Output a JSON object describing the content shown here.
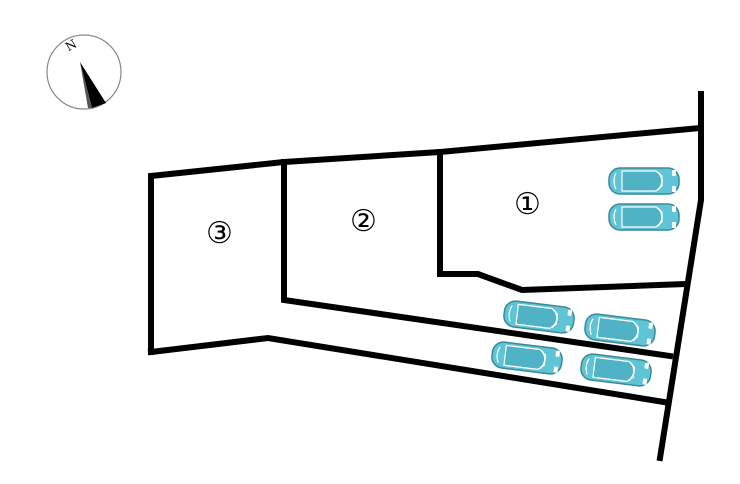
{
  "compass": {
    "letter": "N",
    "icon": "north-arrow-icon"
  },
  "lots": [
    {
      "id": "lot-1",
      "label": "①"
    },
    {
      "id": "lot-2",
      "label": "②"
    },
    {
      "id": "lot-3",
      "label": "③"
    }
  ],
  "parking": {
    "car_count": 6,
    "car_color": "#5fc4d6",
    "car_icon": "car-icon"
  },
  "colors": {
    "boundary": "#000000",
    "background": "#ffffff"
  }
}
